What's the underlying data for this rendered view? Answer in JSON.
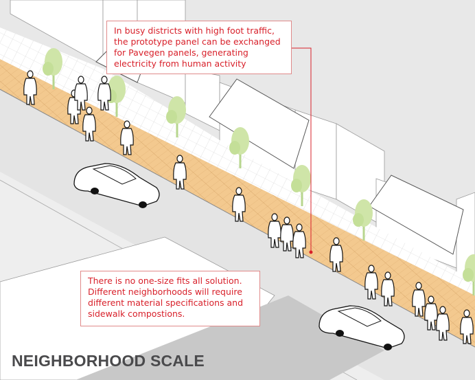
{
  "title": "NEIGHBORHOOD SCALE",
  "callouts": {
    "pavegen": [
      "In busy districts with high foot traffic,",
      "the prototype panel can be exchanged",
      "for Pavegen panels, generating",
      "electricity from human activity"
    ],
    "solution": [
      "There is no one-size fits all solution.",
      "Different neighborhoods will require",
      "different material specifications and",
      "sidewalk compostions."
    ]
  },
  "colors": {
    "accent": "#d8202a",
    "sidewalk_panel": "#f2c58a",
    "tree": "#cfe5a8",
    "title": "#4a4a4c"
  }
}
